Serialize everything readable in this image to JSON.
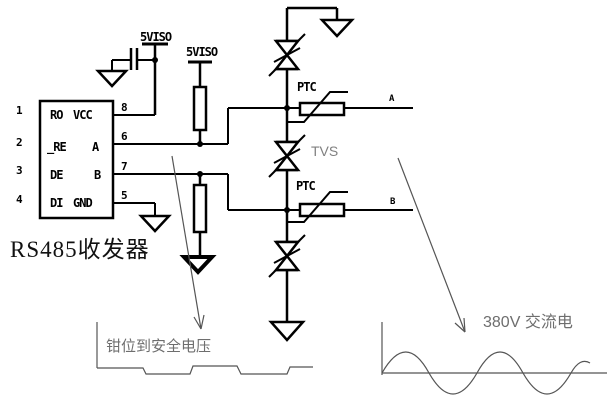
{
  "colors": {
    "wire": "#000000",
    "annotation": "#5a5a5a",
    "annotation_text": "#6e6e6e",
    "background": "#ffffff"
  },
  "rails": {
    "rail1_label": "5VISO",
    "rail2_label": "5VISO"
  },
  "chip": {
    "title": "RS485收发器",
    "pins_left": [
      {
        "num": "1",
        "name": "RO"
      },
      {
        "num": "2",
        "name": "_RE"
      },
      {
        "num": "3",
        "name": "DE"
      },
      {
        "num": "4",
        "name": "DI"
      }
    ],
    "pins_right": [
      {
        "num": "8",
        "name": "VCC"
      },
      {
        "num": "6",
        "name": "A"
      },
      {
        "num": "7",
        "name": "B"
      },
      {
        "num": "5",
        "name": "GND"
      }
    ]
  },
  "components": {
    "ptc_a_label": "PTC",
    "ptc_b_label": "PTC",
    "tvs_label": "TVS"
  },
  "nets": {
    "line_a_label": "A",
    "line_b_label": "B"
  },
  "annotations": {
    "clamped_waveform": "钳位到安全电压",
    "mains_waveform": "380V 交流电"
  }
}
